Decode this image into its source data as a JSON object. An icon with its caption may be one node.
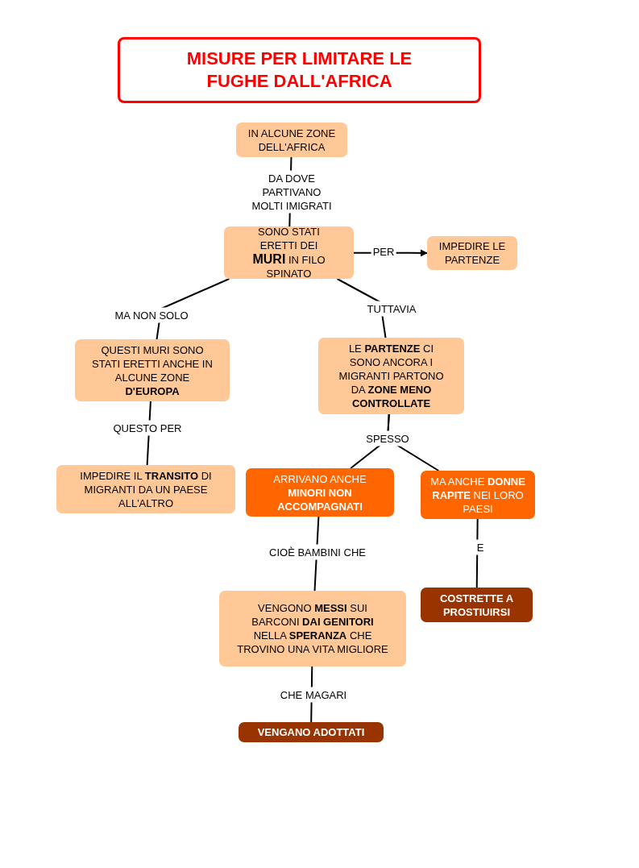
{
  "diagram": {
    "title": "MISURE PER LIMITARE LE FUGHE DALL'AFRICA",
    "nodes": [
      {
        "text": [
          "IN ALCUNE ZONE DELL'AFRICA"
        ]
      },
      {
        "text": [
          "SONO STATI ERETTI DEI **MURI** IN FILO SPINATO"
        ]
      },
      {
        "text": [
          "IMPEDIRE LE PARTENZE"
        ]
      },
      {
        "text": [
          "QUESTI MURI SONO STATI ERETTI ANCHE IN ALCUNE ZONE **D'EUROPA**"
        ]
      },
      {
        "text": [
          "LE **PARTENZE** CI SONO ANCORA I MIGRANTI PARTONO DA **ZONE MENO CONTROLLATE**"
        ]
      },
      {
        "text": [
          "IMPEDIRE IL **TRANSITO** DI MIGRANTI DA UN PAESE ALL'ALTRO"
        ]
      },
      {
        "text": [
          "ARRIVANO ANCHE **MINORI NON ACCOMPAGNATI**"
        ]
      },
      {
        "text": [
          "MA ANCHE **DONNE  RAPITE** NEI LORO PAESI"
        ]
      },
      {
        "text": [
          "VENGONO **MESSI** SUI BARCONI **DAI GENITORI** NELLA **SPERANZA** CHE TROVINO UNA VITA MIGLIORE"
        ]
      },
      {
        "text": [
          "COSTRETTE A PROSTIUIRSI"
        ]
      },
      {
        "text": [
          "VENGANO ADOTTATI"
        ]
      }
    ],
    "edges": [
      {
        "from": 0,
        "to": 1,
        "arrow": "none",
        "label": "DA DOVE PARTIVANO MOLTI IMIGRATI"
      },
      {
        "from": 1,
        "to": 2,
        "arrow": "to",
        "label": "PER"
      },
      {
        "from": 1,
        "to": 3,
        "arrow": "none",
        "label": "MA NON SOLO"
      },
      {
        "from": 1,
        "to": 4,
        "arrow": "none",
        "label": "TUTTAVIA"
      },
      {
        "from": 3,
        "to": 5,
        "arrow": "none",
        "label": "QUESTO PER"
      },
      {
        "from": 4,
        "to": 6,
        "arrow": "none",
        "label": "SPESSO"
      },
      {
        "from": 4,
        "to": 7,
        "arrow": "none"
      },
      {
        "from": 6,
        "to": 8,
        "arrow": "none",
        "label": "CIOÈ BAMBINI CHE"
      },
      {
        "from": 7,
        "to": 9,
        "arrow": "none",
        "label": "E"
      },
      {
        "from": 8,
        "to": 10,
        "arrow": "none",
        "label": "CHE MAGARI"
      }
    ]
  }
}
